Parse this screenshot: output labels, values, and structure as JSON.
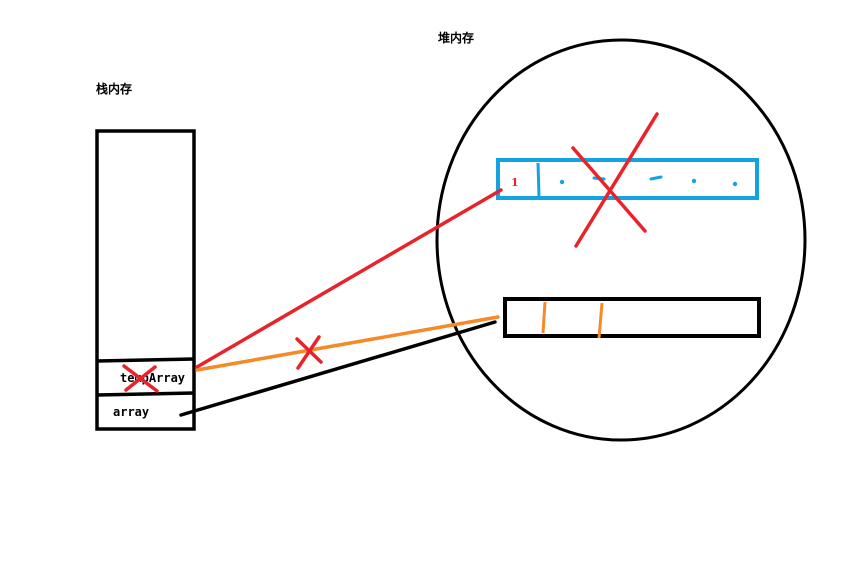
{
  "labels": {
    "stack_memory": "栈内存",
    "heap_memory": "堆内存",
    "temp_array_var": "tempArray",
    "array_var": "array",
    "first_element_value": "1"
  },
  "colors": {
    "outline": "#000000",
    "red": "#e8232b",
    "orange": "#f58a28",
    "blue": "#14a2e0"
  },
  "icons": {
    "cross_on_temp_array": "x-mark-icon",
    "cross_on_orange_ref": "x-mark-icon",
    "cross_on_blue_array": "x-mark-icon"
  }
}
